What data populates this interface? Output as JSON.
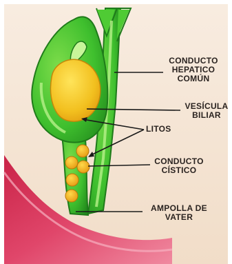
{
  "labels": {
    "hepatic_duct": [
      "CONDUCTO",
      "HEPATICO",
      "COMÚN"
    ],
    "gallbladder": [
      "VESÍCULA",
      "BILIAR"
    ],
    "stones": [
      "LITOS"
    ],
    "cystic_duct": [
      "CONDUCTO",
      "CÍSTICO"
    ],
    "ampulla": [
      "AMPOLLA DE",
      "VATER"
    ]
  },
  "colors": {
    "paper": "#f6e6d6",
    "bile_green": "#3fbf2e",
    "light_green": "#9be36e",
    "dark_green": "#1f7a1a",
    "stone_yellow": "#f2c01f",
    "stone_orange": "#e69a12",
    "intestine_pink": "#d9385a",
    "leader_line": "#1a1a1a"
  }
}
